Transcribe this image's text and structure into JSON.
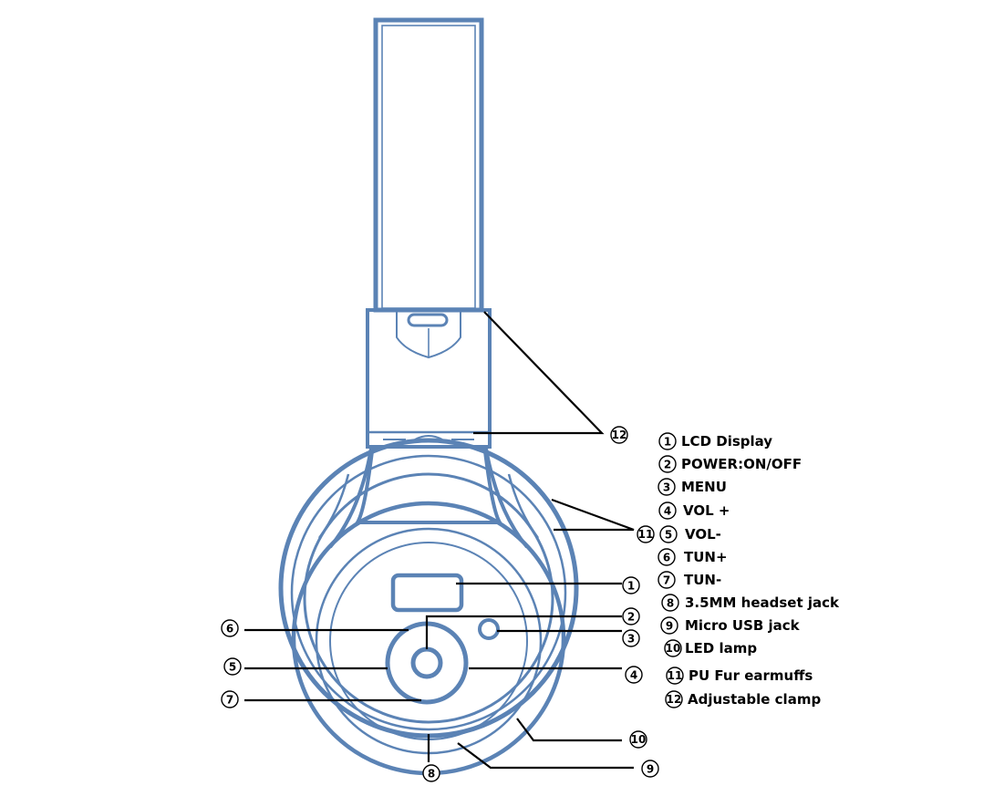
{
  "callouts": [
    {
      "num": "1",
      "label": "LCD Display"
    },
    {
      "num": "2",
      "label": "POWER:ON/OFF"
    },
    {
      "num": "3",
      "label": "MENU"
    },
    {
      "num": "4",
      "label": "VOL +"
    },
    {
      "num": "5",
      "label": "VOL-"
    },
    {
      "num": "6",
      "label": "TUN+"
    },
    {
      "num": "7",
      "label": "TUN-"
    },
    {
      "num": "8",
      "label": "3.5MM headset jack"
    },
    {
      "num": "9",
      "label": "Micro USB jack"
    },
    {
      "num": "10",
      "label": "LED lamp"
    },
    {
      "num": "11",
      "label": "PU Fur earmuffs"
    },
    {
      "num": "12",
      "label": "Adjustable clamp"
    }
  ],
  "colors": {
    "outline": "#5b83b5",
    "leader": "#000000"
  }
}
